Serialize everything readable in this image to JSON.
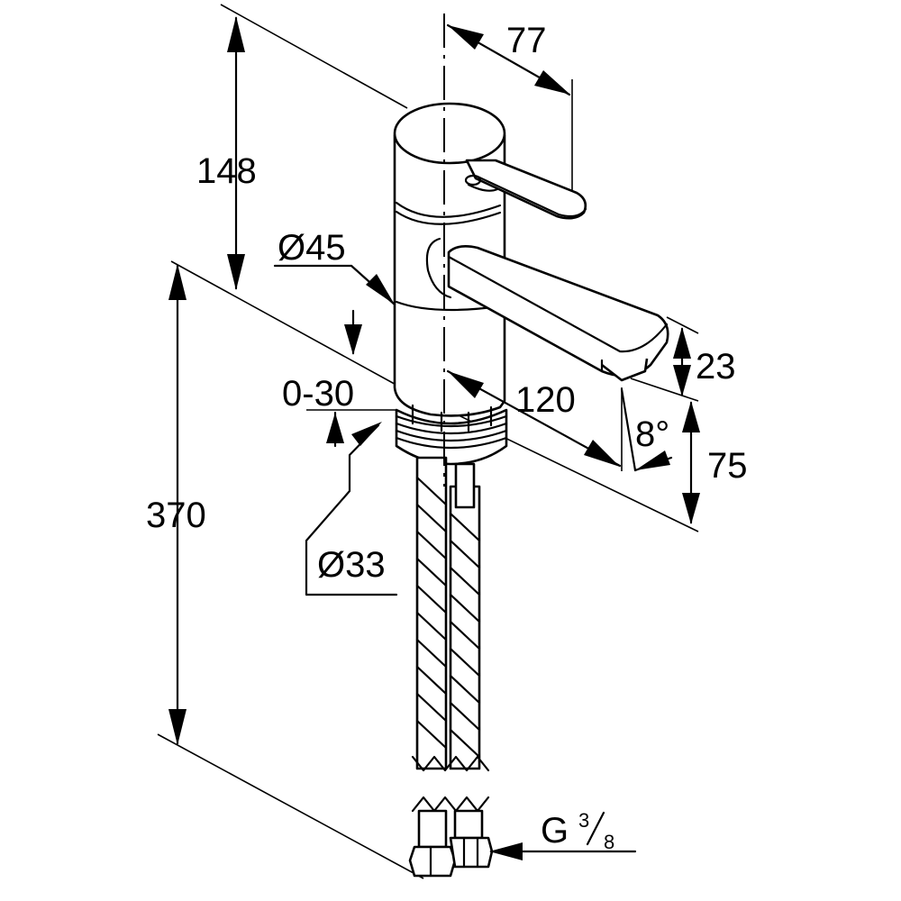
{
  "diagram": {
    "dimensions": {
      "total_height": "370",
      "body_height": "148",
      "handle_reach": "77",
      "spout_reach": "120",
      "spout_thickness": "23",
      "spout_clearance": "75",
      "spout_angle": "8°",
      "body_diameter": "Ø45",
      "shank_diameter": "Ø33",
      "mounting_range": "0-30"
    },
    "connection": {
      "thread_prefix": "G",
      "fraction_numerator": "3",
      "fraction_denominator": "8"
    }
  }
}
